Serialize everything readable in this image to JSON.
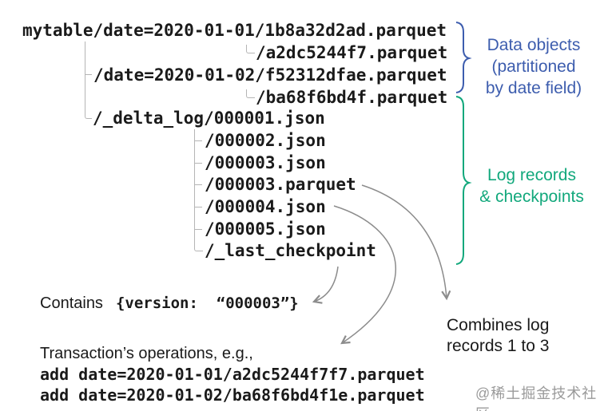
{
  "colors": {
    "ink": "#1a1a1a",
    "blue": "#3d5dae",
    "green": "#12a87c",
    "arrow": "#8c8c8c",
    "tree_line": "#b5b5b5",
    "watermark": "#9a9a9a"
  },
  "tree": {
    "rows": [
      "mytable/date=2020-01-01/1b8a32d2ad.parquet",
      "/a2dc5244f7.parquet",
      "/date=2020-01-02/f52312dfae.parquet",
      "/ba68f6bd4f.parquet",
      "/_delta_log/000001.json",
      "/000002.json",
      "/000003.json",
      "/000003.parquet",
      "/000004.json",
      "/000005.json",
      "/_last_checkpoint"
    ]
  },
  "annotations": {
    "data_objects": {
      "lines": [
        "Data objects",
        "(partitioned",
        "by date field)"
      ]
    },
    "log_records": {
      "lines": [
        "Log records",
        "& checkpoints"
      ]
    },
    "combines": {
      "lines": [
        "Combines log",
        "records 1 to 3"
      ]
    }
  },
  "notes": {
    "contains_prefix": "Contains",
    "contains_code": "{version:  “000003”}",
    "transactions_title": "Transaction’s operations, e.g.,",
    "transaction_ops": [
      "add date=2020-01-01/a2dc5244f7f7.parquet",
      "add date=2020-01-02/ba68f6bd4f1e.parquet"
    ]
  },
  "watermark": "@稀土掘金技术社区"
}
